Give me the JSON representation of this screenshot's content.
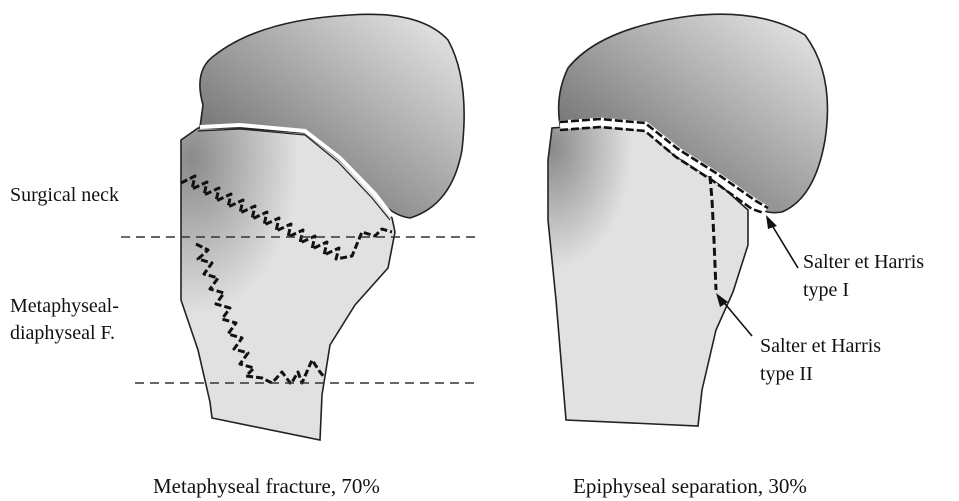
{
  "left_panel": {
    "labels": {
      "surgical_neck": "Surgical neck",
      "metaphyseal_line1": "Metaphyseal-",
      "metaphyseal_line2": "diaphyseal F."
    },
    "caption": "Metaphyseal fracture, 70%"
  },
  "right_panel": {
    "labels": {
      "type1_line1": "Salter et Harris",
      "type1_line2": "type I",
      "type2_line1": "Salter et Harris",
      "type2_line2": "type II"
    },
    "caption": "Epiphyseal separation, 30%"
  },
  "colors": {
    "bone_fill": "#e1e1e1",
    "head_dark": "#555555",
    "head_light": "#e8e8e8",
    "outline": "#222222",
    "fracture_line": "#111111"
  }
}
